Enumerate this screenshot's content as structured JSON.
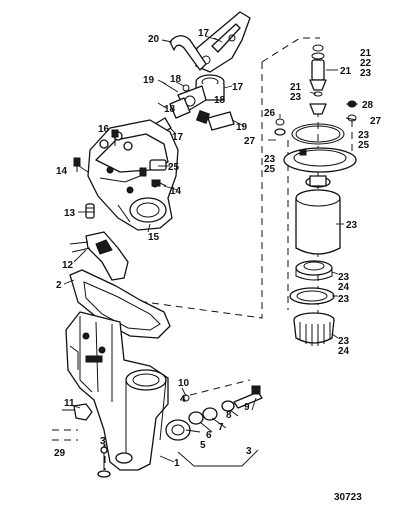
{
  "callouts": {
    "c1": "1",
    "c2": "2",
    "c3": "3",
    "c3b": "3",
    "c4": "4",
    "c5": "5",
    "c6": "6",
    "c7": "7",
    "c8": "8",
    "c9": "9",
    "c10": "10",
    "c11": "11",
    "c12": "12",
    "c13": "13",
    "c14a": "14",
    "c14b": "14",
    "c15": "15",
    "c16": "16",
    "c17a": "17",
    "c17b": "17",
    "c17c": "17",
    "c18a": "18",
    "c18b": "18",
    "c18c": "18",
    "c19a": "19",
    "c19b": "19",
    "c20": "20",
    "c21a": "21",
    "c22": "22",
    "c23a": "23",
    "c21b": "21",
    "c21c": "21",
    "c23b": "23",
    "c26": "26",
    "c28": "28",
    "c27a": "27",
    "c27b": "27",
    "c23c": "23",
    "c25a": "25",
    "c23d": "23",
    "c25b": "25",
    "c25c": "25",
    "c23e": "23",
    "c23f": "23",
    "c24a": "24",
    "c23g": "23",
    "c23h": "23",
    "c24b": "24",
    "c29": "29"
  },
  "figure_number": "30723"
}
